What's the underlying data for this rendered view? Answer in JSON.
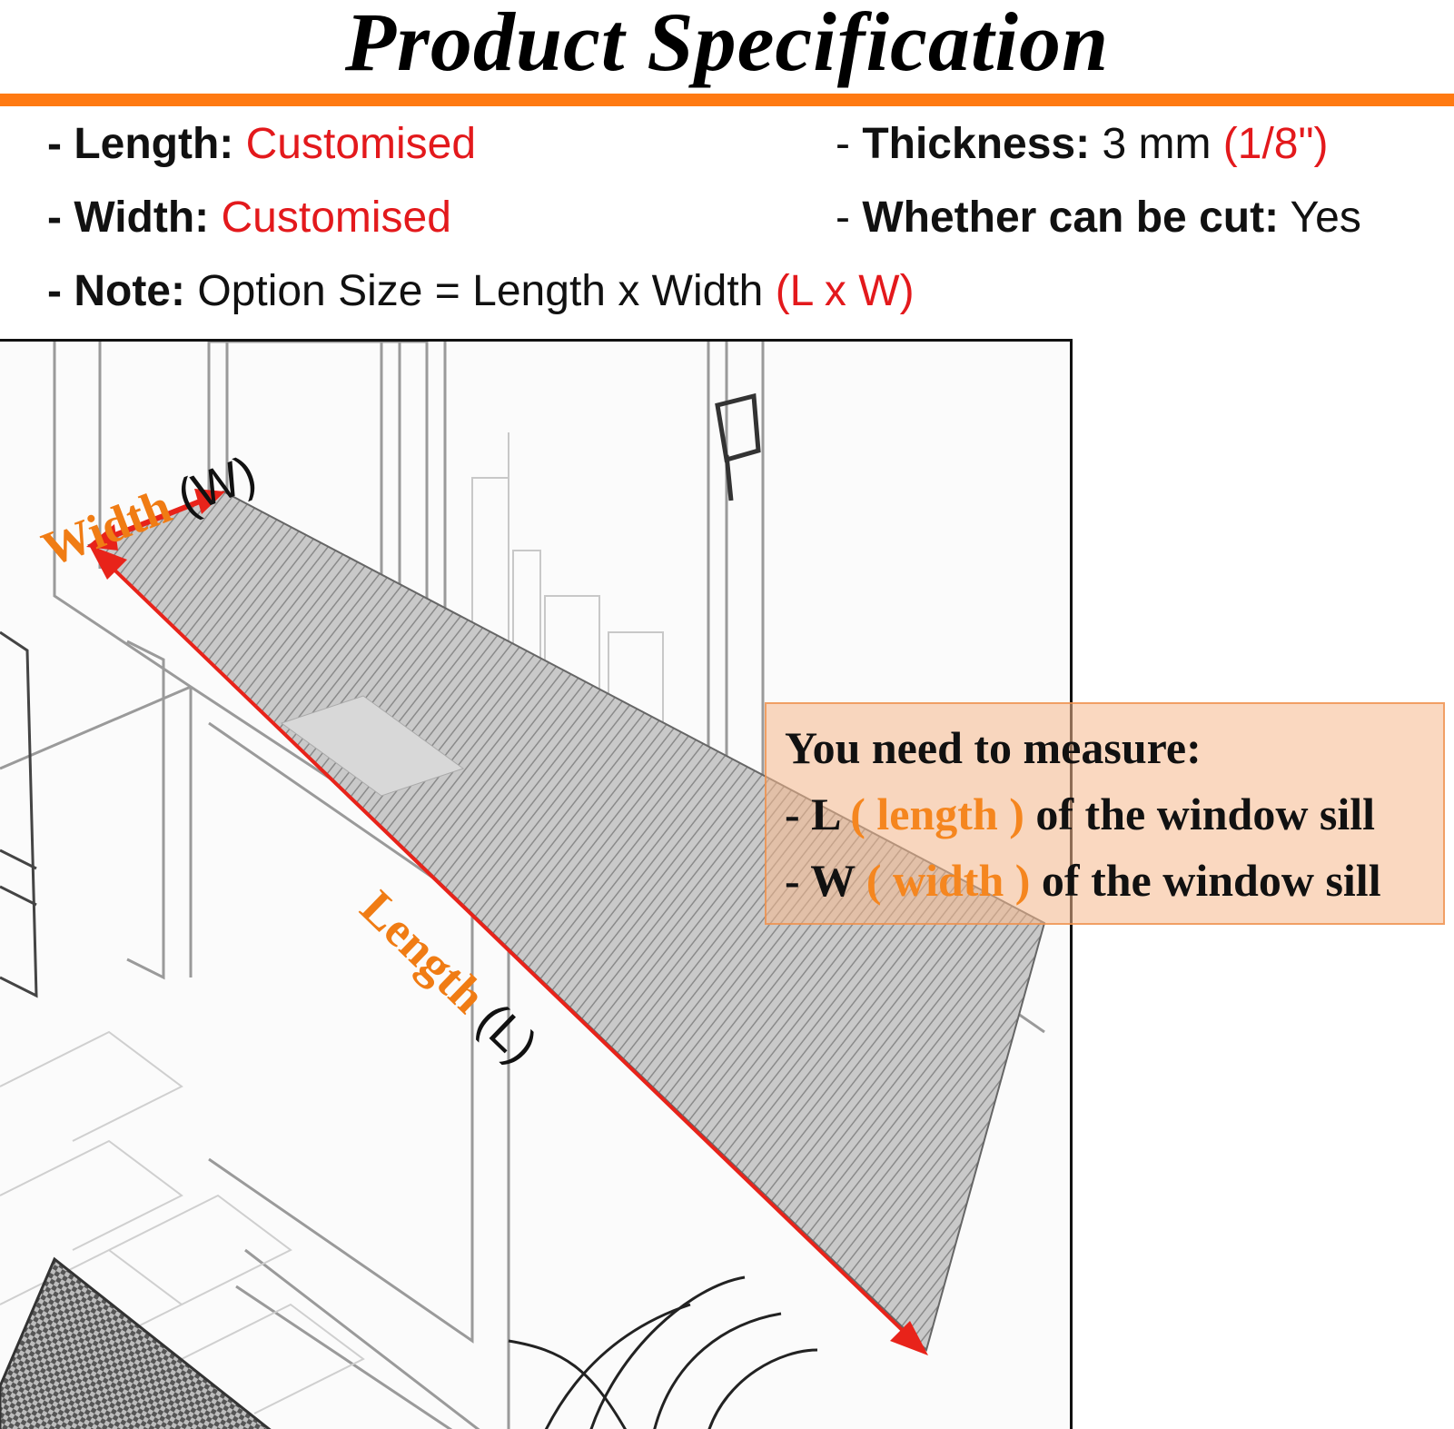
{
  "title": "Product Specification",
  "specs": {
    "length": {
      "dash": "- ",
      "label": "Length:",
      "value": "Customised"
    },
    "width": {
      "dash": "- ",
      "label": "Width:",
      "value": "Customised"
    },
    "note": {
      "dash": "- ",
      "label": "Note:",
      "value": "Option Size = Length x Width",
      "extra": "(L x W)"
    },
    "thickness": {
      "dash": "- ",
      "label": "Thickness:",
      "value": "3 mm",
      "extra": "(1/8\")"
    },
    "cut": {
      "dash": "- ",
      "label": "Whether can be cut:",
      "value": "Yes"
    }
  },
  "callout": {
    "heading": "You need to measure:",
    "l_prefix": "- L ",
    "l_paren": "( length )",
    "l_suffix": " of the window sill",
    "w_prefix": "- W ",
    "w_paren": "( width )",
    "w_suffix": " of the window sill"
  },
  "annotations": {
    "width_word": "Width",
    "width_abbr": "(W)",
    "length_word": "Length",
    "length_abbr": "(L)"
  },
  "colors": {
    "accent_orange": "#ff7a12",
    "value_red": "#e3191c",
    "arrow_red": "#e8231a",
    "callout_fill": "#f5b88c"
  }
}
